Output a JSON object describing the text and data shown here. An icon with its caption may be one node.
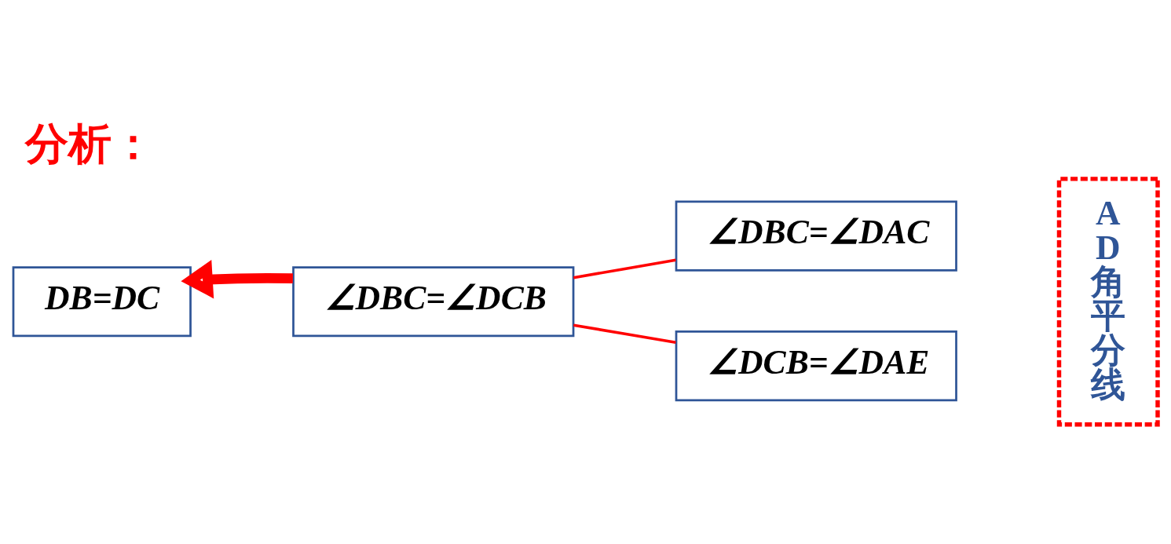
{
  "diagram": {
    "title": "分析：",
    "nodes": [
      {
        "text": [
          "DB=DC"
        ]
      },
      {
        "text": [
          "∠DBC=∠DCB"
        ]
      },
      {
        "text": [
          "∠DBC=∠DAC"
        ]
      },
      {
        "text": [
          "∠DCB=∠DAE"
        ]
      },
      {
        "text": [
          "AD角平分线"
        ]
      }
    ],
    "edges": [
      {
        "from": 1,
        "to": 0,
        "arrow": "to",
        "style": "thick"
      },
      {
        "from": 1,
        "to": 2,
        "arrow": "none"
      },
      {
        "from": 1,
        "to": 3,
        "arrow": "none"
      }
    ]
  }
}
